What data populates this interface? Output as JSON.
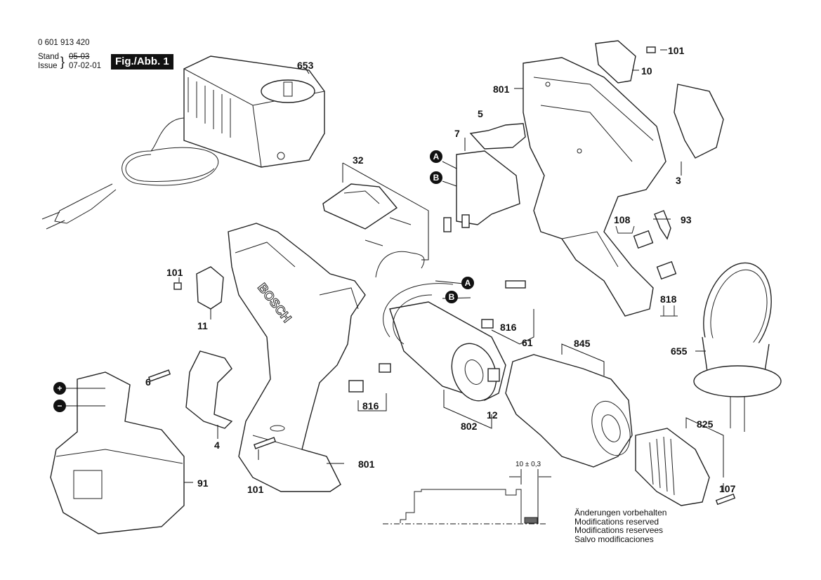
{
  "header": {
    "part_number": "0 601 913 420",
    "stand_label": "Stand",
    "stand_value": "05-03",
    "issue_label": "Issue",
    "issue_value": "07-02-01",
    "figure_label": "Fig./Abb. 1"
  },
  "labels": {
    "p653": "653",
    "p101_top": "101",
    "p10": "10",
    "p801_top": "801",
    "p5": "5",
    "p7": "7",
    "p3": "3",
    "p32": "32",
    "p108": "108",
    "p93": "93",
    "p818": "818",
    "p101_left": "101",
    "p11": "11",
    "p816_top": "816",
    "p816_bottom": "816",
    "p6": "6",
    "p61": "61",
    "p845": "845",
    "p655": "655",
    "p12": "12",
    "p802": "802",
    "p4": "4",
    "p801_bottom": "801",
    "p91": "91",
    "p101_bottom": "101",
    "p825": "825",
    "p107": "107"
  },
  "connectors": {
    "a": "A",
    "b": "B",
    "plus": "+",
    "minus": "−"
  },
  "brand_text": "BOSCH",
  "dimension": "10 ± 0,3",
  "notes": [
    "Änderungen vorbehalten",
    "Modifications reserved",
    "Modifications reservees",
    "Salvo modificaciones"
  ]
}
